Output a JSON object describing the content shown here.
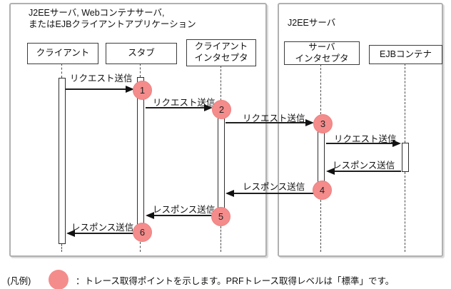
{
  "diagram": {
    "groups": {
      "left": {
        "title_line1": "J2EEサーバ, Webコンテナサーバ,",
        "title_line2": "またはEJBクライアントアプリケーション"
      },
      "right": {
        "title": "J2EEサーバ"
      }
    },
    "lifelines": [
      {
        "id": "client",
        "label": "クライアント",
        "group": "left"
      },
      {
        "id": "stub",
        "label": "スタブ",
        "group": "left"
      },
      {
        "id": "client-interceptor",
        "label": "クライアント\nインタセプタ",
        "group": "left"
      },
      {
        "id": "server-interceptor",
        "label": "サーバ\nインタセプタ",
        "group": "right"
      },
      {
        "id": "ejb-container",
        "label": "EJBコンテナ",
        "group": "right"
      }
    ],
    "messages": [
      {
        "label": "リクエスト送信",
        "from": "client",
        "to": "stub",
        "direction": "right",
        "trace_point": "1"
      },
      {
        "label": "リクエスト送信",
        "from": "stub",
        "to": "client-interceptor",
        "direction": "right",
        "trace_point": "2"
      },
      {
        "label": "リクエスト送信",
        "from": "client-interceptor",
        "to": "server-interceptor",
        "direction": "right",
        "trace_point": "3"
      },
      {
        "label": "リクエスト送信",
        "from": "server-interceptor",
        "to": "ejb-container",
        "direction": "right",
        "trace_point": null
      },
      {
        "label": "レスポンス送信",
        "from": "ejb-container",
        "to": "server-interceptor",
        "direction": "left",
        "trace_point": null
      },
      {
        "label": "レスポンス送信",
        "from": "server-interceptor",
        "to": "client-interceptor",
        "direction": "left",
        "trace_point": "4"
      },
      {
        "label": "レスポンス送信",
        "from": "client-interceptor",
        "to": "stub",
        "direction": "left",
        "trace_point": "5"
      },
      {
        "label": "レスポンス送信",
        "from": "stub",
        "to": "client",
        "direction": "left",
        "trace_point": "6"
      }
    ],
    "trace_points": [
      {
        "number": "1"
      },
      {
        "number": "2"
      },
      {
        "number": "3"
      },
      {
        "number": "4"
      },
      {
        "number": "5"
      },
      {
        "number": "6"
      }
    ],
    "legend": {
      "prefix": "(凡例)",
      "text": "：トレース取得ポイントを示します。PRFトレース取得レベルは「標準」です。"
    },
    "colors": {
      "trace_point_fill": "#f48c8c",
      "container_border": "#b0b0b0",
      "line": "#1a1a1a"
    }
  }
}
